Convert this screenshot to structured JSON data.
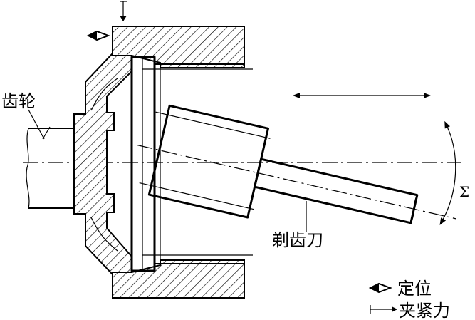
{
  "labels": {
    "gear": "齿轮",
    "cutter": "剃齿刀",
    "sigma": "Σ"
  },
  "legend": {
    "locating": "定位",
    "clamping": "夹紧力"
  },
  "colors": {
    "ink": "#000000",
    "background": "#ffffff"
  }
}
